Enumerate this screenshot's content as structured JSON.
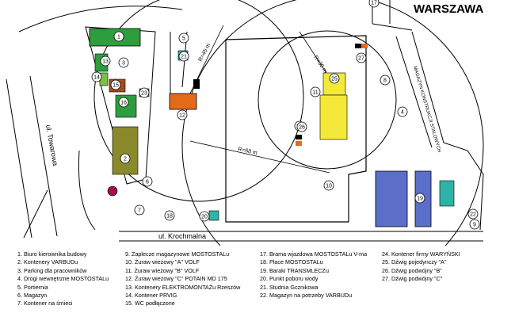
{
  "title": "WARSZAWA",
  "street_labels": {
    "towarowa": "ul. Towarowa",
    "krochmalna": "ul. Krochmalna"
  },
  "wall_label": "MAGAZYN KONSTRUKCJI STALOWYCH",
  "radius_labels": {
    "r45": "R=45 m",
    "r30": "R=30 m",
    "r68": "R=68 m"
  },
  "markers": [
    "1",
    "2",
    "3",
    "4",
    "5",
    "6",
    "7",
    "8",
    "9",
    "10",
    "11",
    "12",
    "13",
    "14",
    "15",
    "16",
    "17",
    "18",
    "19",
    "20",
    "21",
    "22",
    "23",
    "24",
    "25",
    "26",
    "27"
  ],
  "colors": {
    "green": "#2e9d3d",
    "olive": "#8a8a2a",
    "orange": "#e26a1a",
    "yellow": "#f4e838",
    "blue": "#5b6ec8",
    "teal": "#2fb3a8",
    "brown": "#a04b22",
    "line": "#000000"
  },
  "legend": [
    [
      "1. Biuro kierownika budowy",
      "2. Kontenery VARBUDu",
      "3. Parking dla pracowników",
      "4. Drogi wewnętrzne MOSTOSTALu",
      "5. Portiernia",
      "6. Magazyn",
      "7. Kontener na śmieci"
    ],
    [
      "9. Zaplecze magazynowe MOSTOSTALu",
      "10. Żuraw wieżowy \"A\" VOLF",
      "11. Żuraw wieżowy \"B\" VOLF",
      "12. Żuraw wieżowy \"C\" POTAIN MD 175",
      "13. Kontenery ELEKTROMONTAŻu Rzeszów",
      "14. Kontener PRVIG",
      "15. WC podłączone"
    ],
    [
      "17. Brama wjazdowa MOSTOSTALu V-ma",
      "18. Place MOSTOSTALu",
      "19. Baraki TRANSMLECZu",
      "20. Punkt poboru wody",
      "21. Studnia Gcznikowa",
      "22. Magazyn na potrzeby VARBUDu"
    ],
    [
      "24. Kontener firmy WARYŃSKI",
      "25. Dźwig pojedynczy \"A\"",
      "26. Dźwig podwójny \"B\"",
      "27. Dźwig podwójny \"C\""
    ]
  ]
}
